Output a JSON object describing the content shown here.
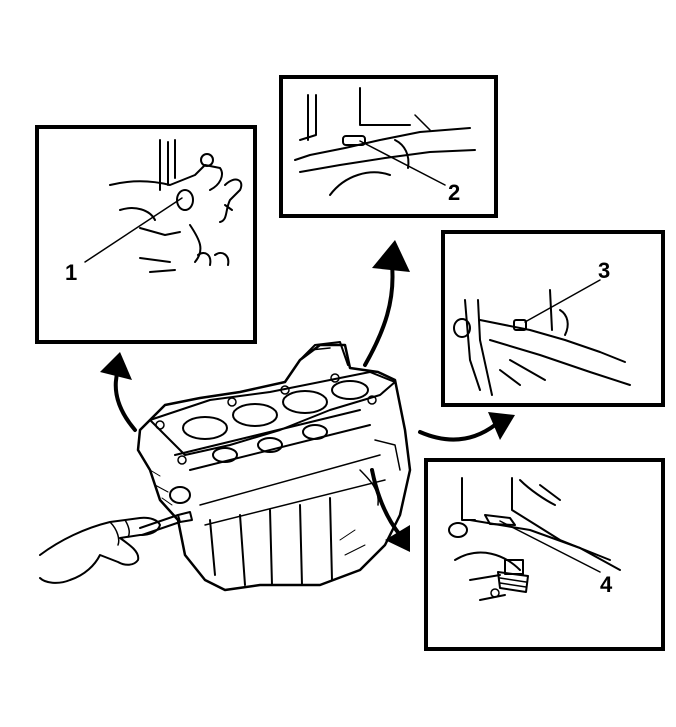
{
  "diagram": {
    "line_color": "#000000",
    "background": "#ffffff",
    "callouts": [
      {
        "id": "1",
        "label": "1"
      },
      {
        "id": "2",
        "label": "2"
      },
      {
        "id": "3",
        "label": "3"
      },
      {
        "id": "4",
        "label": "4"
      }
    ]
  }
}
